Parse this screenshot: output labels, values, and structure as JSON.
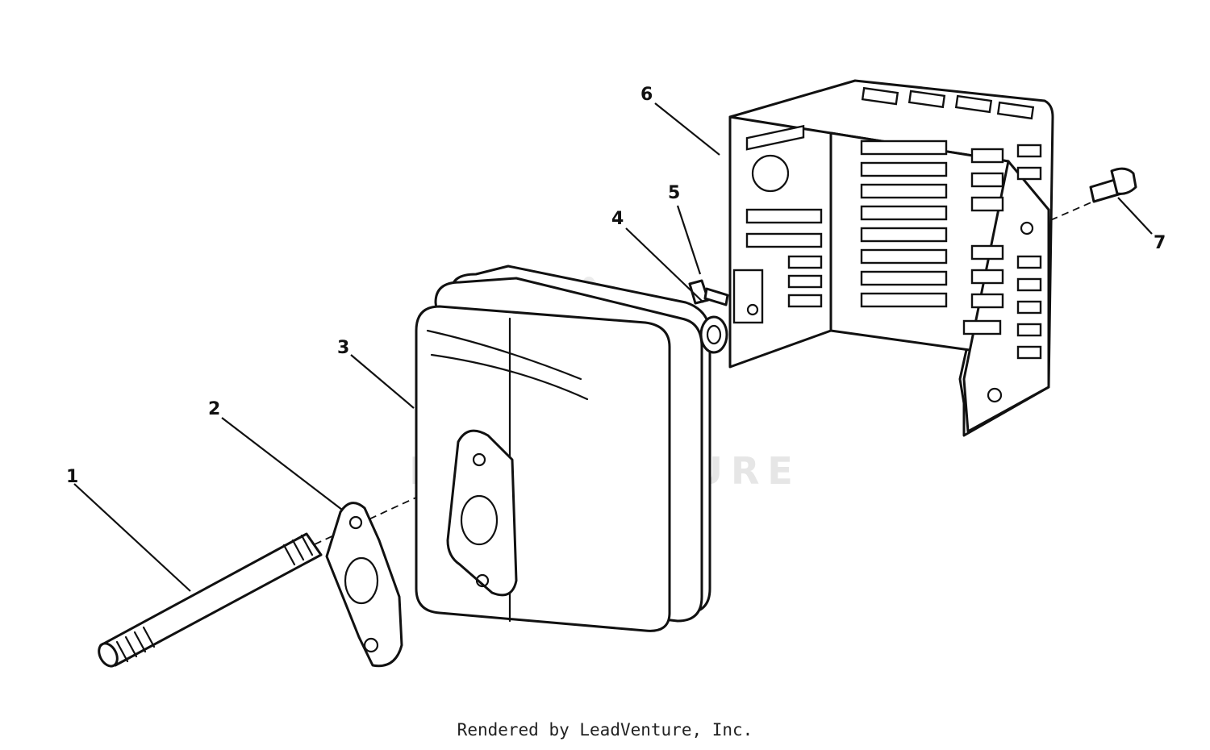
{
  "callouts": [
    "1",
    "2",
    "3",
    "4",
    "5",
    "6",
    "7"
  ],
  "watermark": {
    "text": "LEADVENTURE"
  },
  "footer": {
    "text": "Rendered by LeadVenture, Inc."
  },
  "colors": {
    "line": "#111111",
    "background": "#ffffff",
    "watermark": "#e6e6e6"
  }
}
